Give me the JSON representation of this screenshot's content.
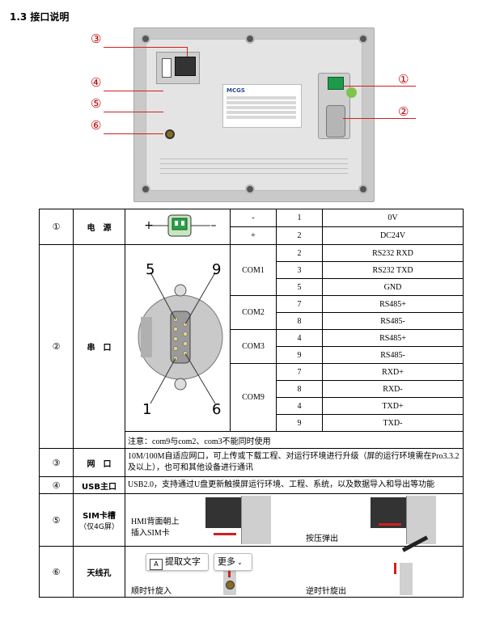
{
  "heading": "1.3 接口说明",
  "callouts": [
    "③",
    "④",
    "⑤",
    "⑥",
    "①",
    "②"
  ],
  "table": {
    "rows": [
      {
        "no": "①",
        "name": "电　源",
        "pins": [
          {
            "group": "-",
            "pin": "1",
            "signal": "0V"
          },
          {
            "group": "+",
            "pin": "2",
            "signal": "DC24V"
          }
        ]
      },
      {
        "no": "②",
        "name": "串　口",
        "diagram_labels": [
          "5",
          "9",
          "1",
          "6"
        ],
        "groups": [
          {
            "name": "COM1",
            "pins": [
              {
                "pin": "2",
                "signal": "RS232 RXD"
              },
              {
                "pin": "3",
                "signal": "RS232 TXD"
              },
              {
                "pin": "5",
                "signal": "GND"
              }
            ]
          },
          {
            "name": "COM2",
            "pins": [
              {
                "pin": "7",
                "signal": "RS485+"
              },
              {
                "pin": "8",
                "signal": "RS485-"
              }
            ]
          },
          {
            "name": "COM3",
            "pins": [
              {
                "pin": "4",
                "signal": "RS485+"
              },
              {
                "pin": "9",
                "signal": "RS485-"
              }
            ]
          },
          {
            "name": "COM9",
            "pins": [
              {
                "pin": "7",
                "signal": "RXD+"
              },
              {
                "pin": "8",
                "signal": "RXD-"
              },
              {
                "pin": "4",
                "signal": "TXD+"
              },
              {
                "pin": "9",
                "signal": "TXD-"
              }
            ]
          }
        ],
        "note": "注意：com9与com2、com3不能同时使用"
      },
      {
        "no": "③",
        "name": "网　口",
        "desc": "10M/100M自适应网口，可上传或下载工程、对运行环境进行升级（屏的运行环境需在Pro3.3.2及以上），也可和其他设备进行通讯"
      },
      {
        "no": "④",
        "name": "USB主口",
        "desc": "USB2.0，支持通过U盘更新触摸屏运行环境、工程、系统，以及数据导入和导出等功能"
      },
      {
        "no": "⑤",
        "name": "SIM卡槽",
        "sub": "（仅4G屏）",
        "caption_left_1": "HMI背面朝上",
        "caption_left_2": "插入SIM卡",
        "caption_right": "按压弹出"
      },
      {
        "no": "⑥",
        "name": "天线孔",
        "caption_left": "顺时针旋入",
        "caption_right": "逆时针旋出"
      }
    ]
  },
  "overlay": {
    "extract_text": "提取文字",
    "more": "更多"
  }
}
